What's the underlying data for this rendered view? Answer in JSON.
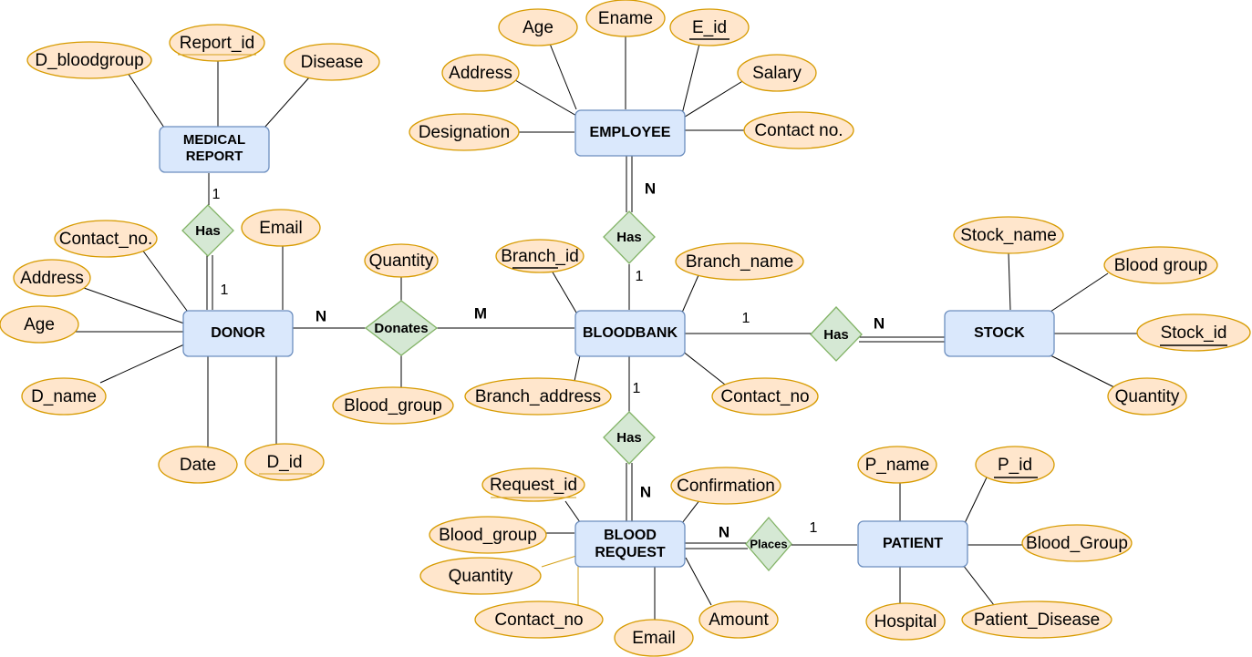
{
  "entities": {
    "medical_report": {
      "line1": "MEDICAL",
      "line2": "REPORT"
    },
    "donor": "DONOR",
    "employee": "EMPLOYEE",
    "bloodbank": "BLOODBANK",
    "stock": "STOCK",
    "blood_request": {
      "line1": "BLOOD",
      "line2": "REQUEST"
    },
    "patient": "PATIENT"
  },
  "relationships": {
    "has_report": "Has",
    "donates": "Donates",
    "has_employee": "Has",
    "has_stock": "Has",
    "has_request": "Has",
    "places": "Places"
  },
  "attributes": {
    "medical_report": {
      "d_bloodgroup": "D_bloodgroup",
      "report_id": "Report_id",
      "disease": "Disease"
    },
    "donor": {
      "contact_no": "Contact_no.",
      "email": "Email",
      "address": "Address",
      "age": "Age",
      "d_name": "D_name",
      "date": "Date",
      "d_id": "D_id"
    },
    "donates": {
      "quantity": "Quantity",
      "blood_group": "Blood_group"
    },
    "employee": {
      "age": "Age",
      "ename": "Ename",
      "e_id": "E_id",
      "address": "Address",
      "salary": "Salary",
      "designation": "Designation",
      "contact_no": "Contact no."
    },
    "bloodbank": {
      "branch_id": "Branch_id",
      "branch_name": "Branch_name",
      "branch_address": "Branch_address",
      "contact_no": "Contact_no"
    },
    "stock": {
      "stock_name": "Stock_name",
      "blood_group": "Blood group",
      "stock_id": "Stock_id",
      "quantity": "Quantity"
    },
    "blood_request": {
      "request_id": "Request_id",
      "confirmation": "Confirmation",
      "blood_group": "Blood_group",
      "quantity": "Quantity",
      "contact_no": "Contact_no",
      "email": "Email",
      "amount": "Amount"
    },
    "patient": {
      "p_name": "P_name",
      "p_id": "P_id",
      "blood_group": "Blood_Group",
      "hospital": "Hospital",
      "patient_disease": "Patient_Disease"
    }
  },
  "cardinalities": {
    "report_has_top": "1",
    "report_has_bottom": "1",
    "donor_donates": "N",
    "donates_bloodbank": "M",
    "employee_has": "N",
    "has_bloodbank_top": "1",
    "bloodbank_has_stock": "1",
    "has_stock": "N",
    "bloodbank_has_request": "1",
    "has_request": "N",
    "request_places": "N",
    "places_patient": "1"
  },
  "colors": {
    "entity_fill": "#dae8fc",
    "entity_stroke": "#6c8ebf",
    "attribute_fill": "#ffe6cc",
    "attribute_stroke": "#d79b00",
    "relationship_fill": "#d5e8d4",
    "relationship_stroke": "#82b366"
  }
}
